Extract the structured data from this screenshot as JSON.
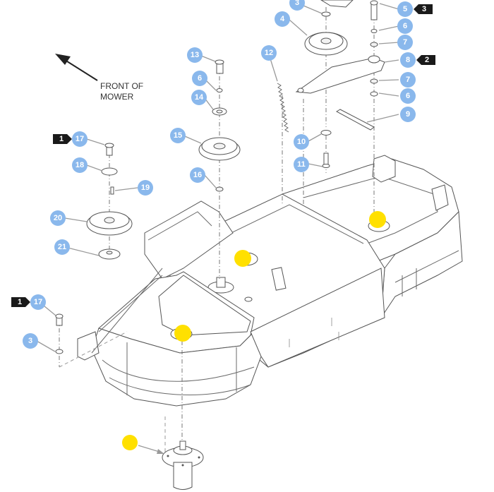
{
  "diagram": {
    "title": "Mower deck exploded parts diagram",
    "orientation_note": {
      "line1": "FRONT OF",
      "line2": "MOWER"
    },
    "callouts": [
      {
        "id": "c3a",
        "label": "3"
      },
      {
        "id": "c4",
        "label": "4"
      },
      {
        "id": "c5",
        "label": "5"
      },
      {
        "id": "c6a",
        "label": "6"
      },
      {
        "id": "c7a",
        "label": "7"
      },
      {
        "id": "c8",
        "label": "8"
      },
      {
        "id": "c7b",
        "label": "7"
      },
      {
        "id": "c6b",
        "label": "6"
      },
      {
        "id": "c9",
        "label": "9"
      },
      {
        "id": "c10",
        "label": "10"
      },
      {
        "id": "c11",
        "label": "11"
      },
      {
        "id": "c12",
        "label": "12"
      },
      {
        "id": "c13",
        "label": "13"
      },
      {
        "id": "c6c",
        "label": "6"
      },
      {
        "id": "c14",
        "label": "14"
      },
      {
        "id": "c15",
        "label": "15"
      },
      {
        "id": "c16",
        "label": "16"
      },
      {
        "id": "c17a",
        "label": "17"
      },
      {
        "id": "c18",
        "label": "18"
      },
      {
        "id": "c19",
        "label": "19"
      },
      {
        "id": "c20",
        "label": "20"
      },
      {
        "id": "c21",
        "label": "21"
      },
      {
        "id": "c17b",
        "label": "17"
      },
      {
        "id": "c3b",
        "label": "3"
      }
    ],
    "quantity_tags": [
      {
        "id": "t5",
        "label": "3"
      },
      {
        "id": "t8",
        "label": "2"
      },
      {
        "id": "t17a",
        "label": "1"
      },
      {
        "id": "t17b",
        "label": "1"
      }
    ],
    "highlight_markers": [
      "spindle-mount-right",
      "spindle-mount-center",
      "spindle-mount-left",
      "spindle-assembly"
    ],
    "colors": {
      "callout": "#8ab8ec",
      "tag": "#1a1a1a",
      "highlight": "#ffe000",
      "linework": "#555555"
    }
  }
}
